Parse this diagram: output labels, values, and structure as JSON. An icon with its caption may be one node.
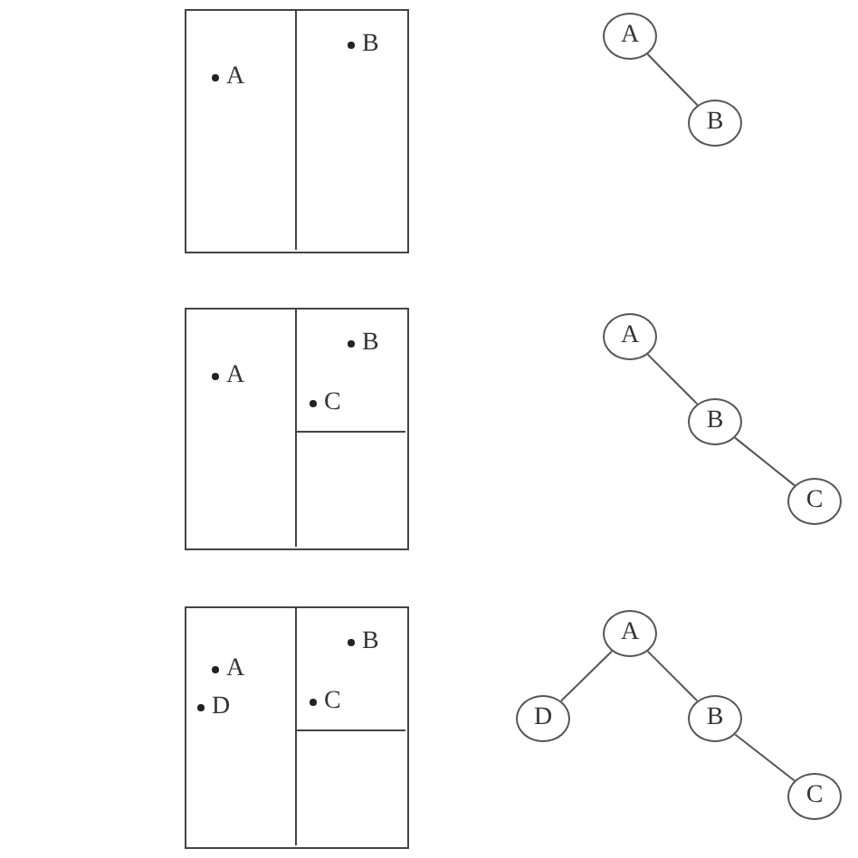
{
  "diagram": {
    "nodes": [
      {
        "text": [],
        "shape": "box"
      },
      {
        "text": [
          "A"
        ],
        "in": 0
      },
      {
        "text": [
          "B"
        ],
        "in": 0
      },
      {
        "text": [
          "A"
        ]
      },
      {
        "text": [
          "B"
        ]
      },
      {
        "text": [],
        "shape": "box"
      },
      {
        "text": [
          "A"
        ],
        "in": 5
      },
      {
        "text": [
          "B",
          "C"
        ],
        "in": 5
      },
      {
        "text": [],
        "shape": "box",
        "in": 5
      },
      {
        "text": [
          "A"
        ]
      },
      {
        "text": [
          "B"
        ]
      },
      {
        "text": [
          "C"
        ]
      },
      {
        "text": [],
        "shape": "box"
      },
      {
        "text": [
          "A",
          "D"
        ],
        "in": 12
      },
      {
        "text": [
          "B",
          "C"
        ],
        "in": 12
      },
      {
        "text": [],
        "shape": "box",
        "in": 12
      },
      {
        "text": [
          "A"
        ]
      },
      {
        "text": [
          "D"
        ]
      },
      {
        "text": [
          "B"
        ]
      },
      {
        "text": [
          "C"
        ]
      }
    ],
    "edges": [
      {
        "from": 3,
        "to": 4,
        "arrow": "none"
      },
      {
        "from": 9,
        "to": 10,
        "arrow": "none"
      },
      {
        "from": 10,
        "to": 11,
        "arrow": "none"
      },
      {
        "from": 16,
        "to": 17,
        "arrow": "none"
      },
      {
        "from": 16,
        "to": 18,
        "arrow": "none"
      },
      {
        "from": 18,
        "to": 19,
        "arrow": "none"
      }
    ]
  }
}
